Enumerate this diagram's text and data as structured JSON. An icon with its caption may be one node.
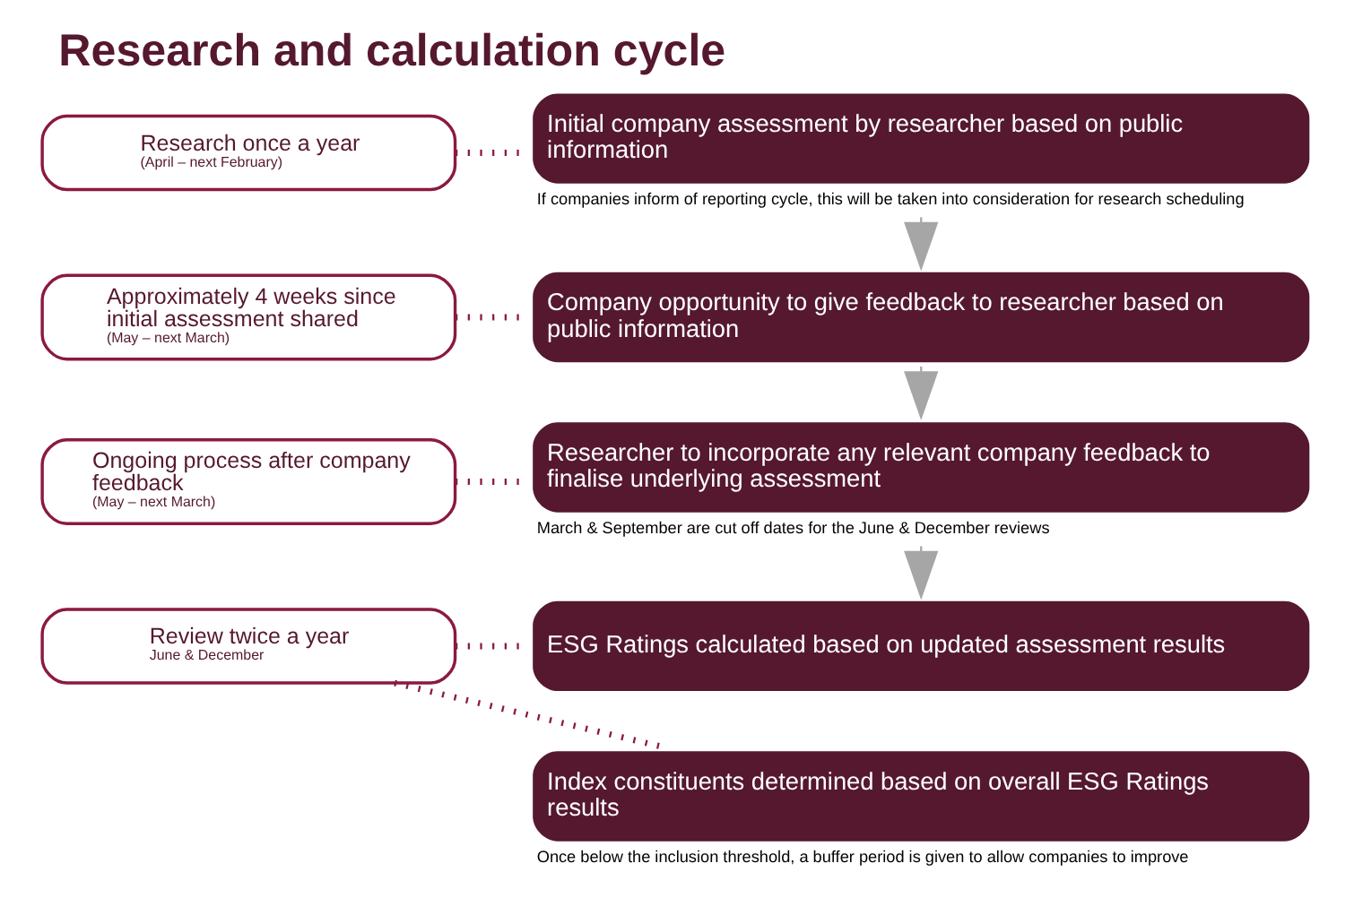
{
  "diagram": {
    "title": "Research and calculation cycle",
    "nodes": [
      {
        "text": [
          "Research once a year",
          "(April – next February)"
        ]
      },
      {
        "text": [
          "Approximately 4 weeks since initial assessment shared",
          "(May – next March)"
        ]
      },
      {
        "text": [
          "Ongoing process after company feedback",
          "(May – next March)"
        ]
      },
      {
        "text": [
          "Review twice a year",
          "June & December"
        ]
      },
      {
        "text": [
          "Initial company assessment by researcher based on public information"
        ],
        "beside": [
          "If companies inform of reporting cycle, this will be taken into consideration for research scheduling"
        ]
      },
      {
        "text": [
          "Company opportunity to give feedback to researcher based on public information"
        ]
      },
      {
        "text": [
          "Researcher to incorporate any relevant company feedback to finalise underlying assessment"
        ],
        "beside": [
          "March & September are cut off dates for the June & December reviews"
        ]
      },
      {
        "text": [
          "ESG Ratings calculated based on updated assessment results"
        ]
      },
      {
        "text": [
          "Index constituents determined based on overall ESG Ratings results"
        ],
        "beside": [
          "Once below the inclusion threshold, a buffer period is given to allow companies to improve"
        ]
      }
    ],
    "edges": [
      {
        "from": 0,
        "to": 4,
        "arrow": "none",
        "style": "dashed"
      },
      {
        "from": 1,
        "to": 5,
        "arrow": "none",
        "style": "dashed"
      },
      {
        "from": 2,
        "to": 6,
        "arrow": "none",
        "style": "dashed"
      },
      {
        "from": 3,
        "to": 7,
        "arrow": "none",
        "style": "dashed"
      },
      {
        "from": 3,
        "to": 8,
        "arrow": "none",
        "style": "dashed"
      },
      {
        "from": 4,
        "to": 5,
        "arrow": "to",
        "color": "#a6a6a6"
      },
      {
        "from": 5,
        "to": 6,
        "arrow": "to",
        "color": "#a6a6a6"
      },
      {
        "from": 6,
        "to": 7,
        "arrow": "to",
        "color": "#a6a6a6"
      }
    ]
  }
}
